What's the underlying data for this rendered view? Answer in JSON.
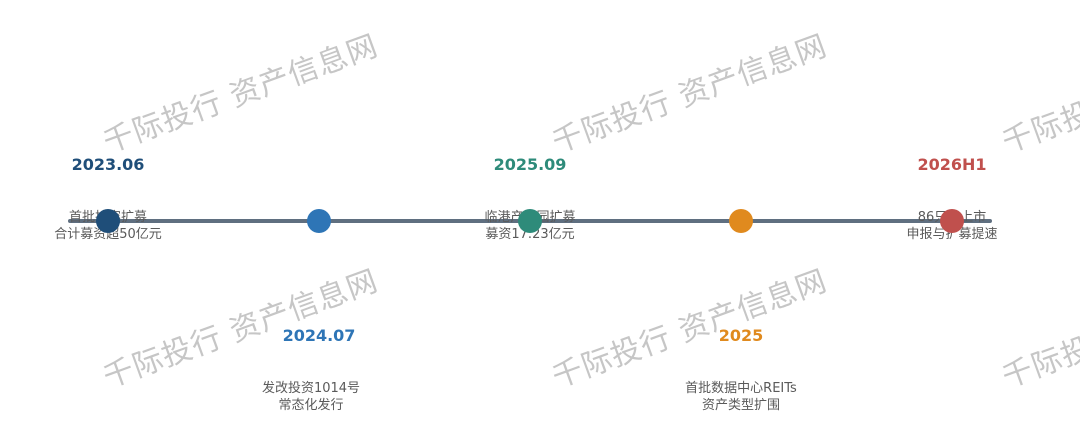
{
  "timeline": {
    "events": [
      {
        "date": "2023.06",
        "line1": "首批扩容扩募",
        "line2": "合计募资超50亿元",
        "color": "#1f4e79"
      },
      {
        "date": "2024.07",
        "line1": "发改投资1014号",
        "line2": "常态化发行",
        "color": "#2e75b6"
      },
      {
        "date": "2025.09",
        "line1": "临港产业园扩募",
        "line2": "募资17.23亿元",
        "color": "#2e8b7a"
      },
      {
        "date": "2025",
        "line1": "首批数据中心REITs",
        "line2": "资产类型扩围",
        "color": "#e08a1e"
      },
      {
        "date": "2026H1",
        "line1": "86只已上市",
        "line2": "申报与扩募提速",
        "color": "#c0504d"
      }
    ]
  },
  "watermark": {
    "text": "千际投行 资产信息网"
  },
  "colors": {
    "axis": "#5f6f80"
  }
}
